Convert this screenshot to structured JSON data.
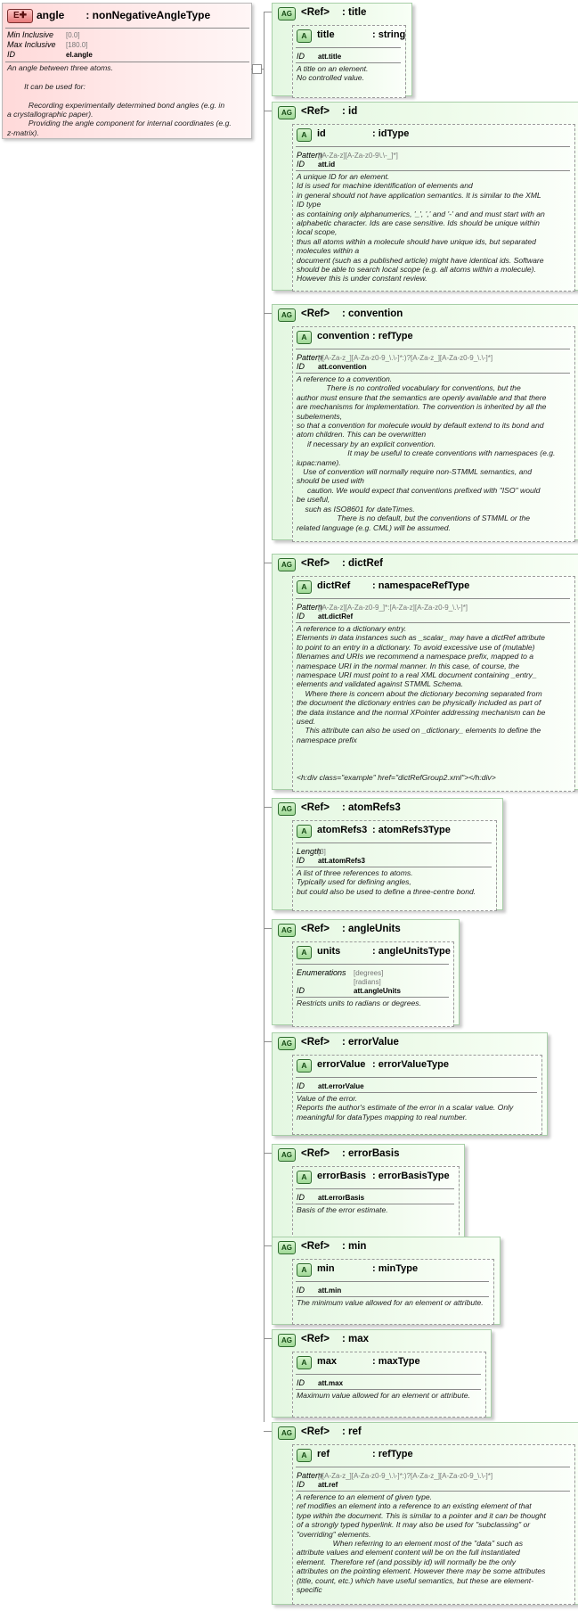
{
  "element": {
    "badge": "E",
    "name": "angle",
    "type": ": nonNegativeAngleType",
    "props": [
      {
        "key": "Min Inclusive",
        "value": "[0.0]"
      },
      {
        "key": "Max Inclusive",
        "value": "[180.0]"
      },
      {
        "key": "ID",
        "value": "el.angle"
      }
    ],
    "doc": "An angle between three atoms.\n\n        It can be used for:\n\n          Recording experimentally determined bond angles (e.g. in\na crystallographic paper).\n          Providing the angle component for internal coordinates (e.g.\nz-matrix)."
  },
  "groups": [
    {
      "ag_badge": "AG",
      "ref_label": "<Ref>",
      "ref_name": ": title",
      "attr_badge": "A",
      "attr_name": "title",
      "attr_type": ": string",
      "props": [
        {
          "key": "ID",
          "value": "att.title"
        }
      ],
      "doc": "A title on an element.\nNo controlled value."
    },
    {
      "ag_badge": "AG",
      "ref_label": "<Ref>",
      "ref_name": ": id",
      "attr_badge": "A",
      "attr_name": "id",
      "attr_type": ": idType",
      "props": [
        {
          "key": "Pattern",
          "value": "[[A-Za-z][A-Za-z0-9\\.\\-_]*]"
        },
        {
          "key": "ID",
          "value": "att.id"
        }
      ],
      "doc": "A unique ID for an element.\nId is used for machine identification of elements and\nin general should not have application semantics. It is similar to the XML\nID type\nas containing only alphanumerics, '_', ',' and '-' and and must start with an\nalphabetic character. Ids are case sensitive. Ids should be unique within\nlocal scope,\nthus all atoms within a molecule should have unique ids, but separated\nmolecules within a\ndocument (such as a published article) might have identical ids. Software\nshould be able to search local scope (e.g. all atoms within a molecule).\nHowever this is under constant review."
    },
    {
      "ag_badge": "AG",
      "ref_label": "<Ref>",
      "ref_name": ": convention",
      "attr_badge": "A",
      "attr_name": "convention",
      "attr_type": ": refType",
      "props": [
        {
          "key": "Pattern",
          "value": "[([A-Za-z_][A-Za-z0-9_\\.\\-]*:)?[A-Za-z_][A-Za-z0-9_\\.\\-]*]"
        },
        {
          "key": "ID",
          "value": "att.convention"
        }
      ],
      "doc": "A reference to a convention.\n              There is no controlled vocabulary for conventions, but the\nauthor must ensure that the semantics are openly available and that there\nare mechanisms for implementation. The convention is inherited by all the\nsubelements,\nso that a convention for molecule would by default extend to its bond and\natom children. This can be overwritten\n     if necessary by an explicit convention.\n                        It may be useful to create conventions with namespaces (e.g.\niupac:name).\n   Use of convention will normally require non-STMML semantics, and\nshould be used with\n     caution. We would expect that conventions prefixed with \"ISO\" would\nbe useful,\n    such as ISO8601 for dateTimes.\n                   There is no default, but the conventions of STMML or the\nrelated language (e.g. CML) will be assumed."
    },
    {
      "ag_badge": "AG",
      "ref_label": "<Ref>",
      "ref_name": ": dictRef",
      "attr_badge": "A",
      "attr_name": "dictRef",
      "attr_type": ": namespaceRefType",
      "props": [
        {
          "key": "Pattern",
          "value": "[[A-Za-z][A-Za-z0-9_]*:[A-Za-z][A-Za-z0-9_\\.\\-]*]"
        },
        {
          "key": "ID",
          "value": "att.dictRef"
        }
      ],
      "doc": "A reference to a dictionary entry.\nElements in data instances such as _scalar_ may have a dictRef attribute\nto point to an entry in a dictionary. To avoid excessive use of (mutable)\nfilenames and URIs we recommend a namespace prefix, mapped to a\nnamespace URI in the normal manner. In this case, of course, the\nnamespace URI must point to a real XML document containing _entry_\nelements and validated against STMML Schema.\n    Where there is concern about the dictionary becoming separated from\nthe document the dictionary entries can be physically included as part of\nthe data instance and the normal XPointer addressing mechanism can be\nused.\n    This attribute can also be used on _dictionary_ elements to define the\nnamespace prefix\n\n\n\n<h:div class=\"example\" href=\"dictRefGroup2.xml\"></h:div>"
    },
    {
      "ag_badge": "AG",
      "ref_label": "<Ref>",
      "ref_name": ": atomRefs3",
      "attr_badge": "A",
      "attr_name": "atomRefs3",
      "attr_type": ": atomRefs3Type",
      "props": [
        {
          "key": "Length",
          "value": "[3]"
        },
        {
          "key": "ID",
          "value": "att.atomRefs3"
        }
      ],
      "doc": "A list of three references to atoms.\nTypically used for defining angles,\nbut could also be used to define a three-centre bond."
    },
    {
      "ag_badge": "AG",
      "ref_label": "<Ref>",
      "ref_name": ": angleUnits",
      "attr_badge": "A",
      "attr_name": "units",
      "attr_type": ": angleUnitsType",
      "props": [
        {
          "key": "Enumerations",
          "value": "[degrees]\n[radians]"
        },
        {
          "key": "ID",
          "value": "att.angleUnits"
        }
      ],
      "doc": "Restricts units to radians or degrees."
    },
    {
      "ag_badge": "AG",
      "ref_label": "<Ref>",
      "ref_name": ": errorValue",
      "attr_badge": "A",
      "attr_name": "errorValue",
      "attr_type": ": errorValueType",
      "props": [
        {
          "key": "ID",
          "value": "att.errorValue"
        }
      ],
      "doc": "Value of the error.\nReports the author's estimate of the error in a scalar value. Only\nmeaningful for dataTypes mapping to real number."
    },
    {
      "ag_badge": "AG",
      "ref_label": "<Ref>",
      "ref_name": ": errorBasis",
      "attr_badge": "A",
      "attr_name": "errorBasis",
      "attr_type": ": errorBasisType",
      "props": [
        {
          "key": "ID",
          "value": "att.errorBasis"
        }
      ],
      "doc": "Basis of the error estimate."
    },
    {
      "ag_badge": "AG",
      "ref_label": "<Ref>",
      "ref_name": ": min",
      "attr_badge": "A",
      "attr_name": "min",
      "attr_type": ": minType",
      "props": [
        {
          "key": "ID",
          "value": "att.min"
        }
      ],
      "doc": "The minimum value allowed for an element or attribute."
    },
    {
      "ag_badge": "AG",
      "ref_label": "<Ref>",
      "ref_name": ": max",
      "attr_badge": "A",
      "attr_name": "max",
      "attr_type": ": maxType",
      "props": [
        {
          "key": "ID",
          "value": "att.max"
        }
      ],
      "doc": "Maximum value allowed for an element or attribute."
    },
    {
      "ag_badge": "AG",
      "ref_label": "<Ref>",
      "ref_name": ": ref",
      "attr_badge": "A",
      "attr_name": "ref",
      "attr_type": ": refType",
      "props": [
        {
          "key": "Pattern",
          "value": "[([A-Za-z_][A-Za-z0-9_\\.\\-]*:)?[A-Za-z_][A-Za-z0-9_\\.\\-]*]"
        },
        {
          "key": "ID",
          "value": "att.ref"
        }
      ],
      "doc": "A reference to an element of given type.\nref modifies an element into a reference to an existing element of that\ntype within the document. This is similar to a pointer and it can be thought\nof a strongly typed hyperlink. It may also be used for \"subclassing\" or\n\"overriding\" elements.\n                 When referring to an element most of the \"data\" such as\nattribute values and element content will be on the full instantiated\nelement.  Therefore ref (and possibly id) will normally be the only\nattributes on the pointing element. However there may be some attributes\n(title, count, etc.) which have useful semantics, but these are element-\nspecific"
    }
  ]
}
